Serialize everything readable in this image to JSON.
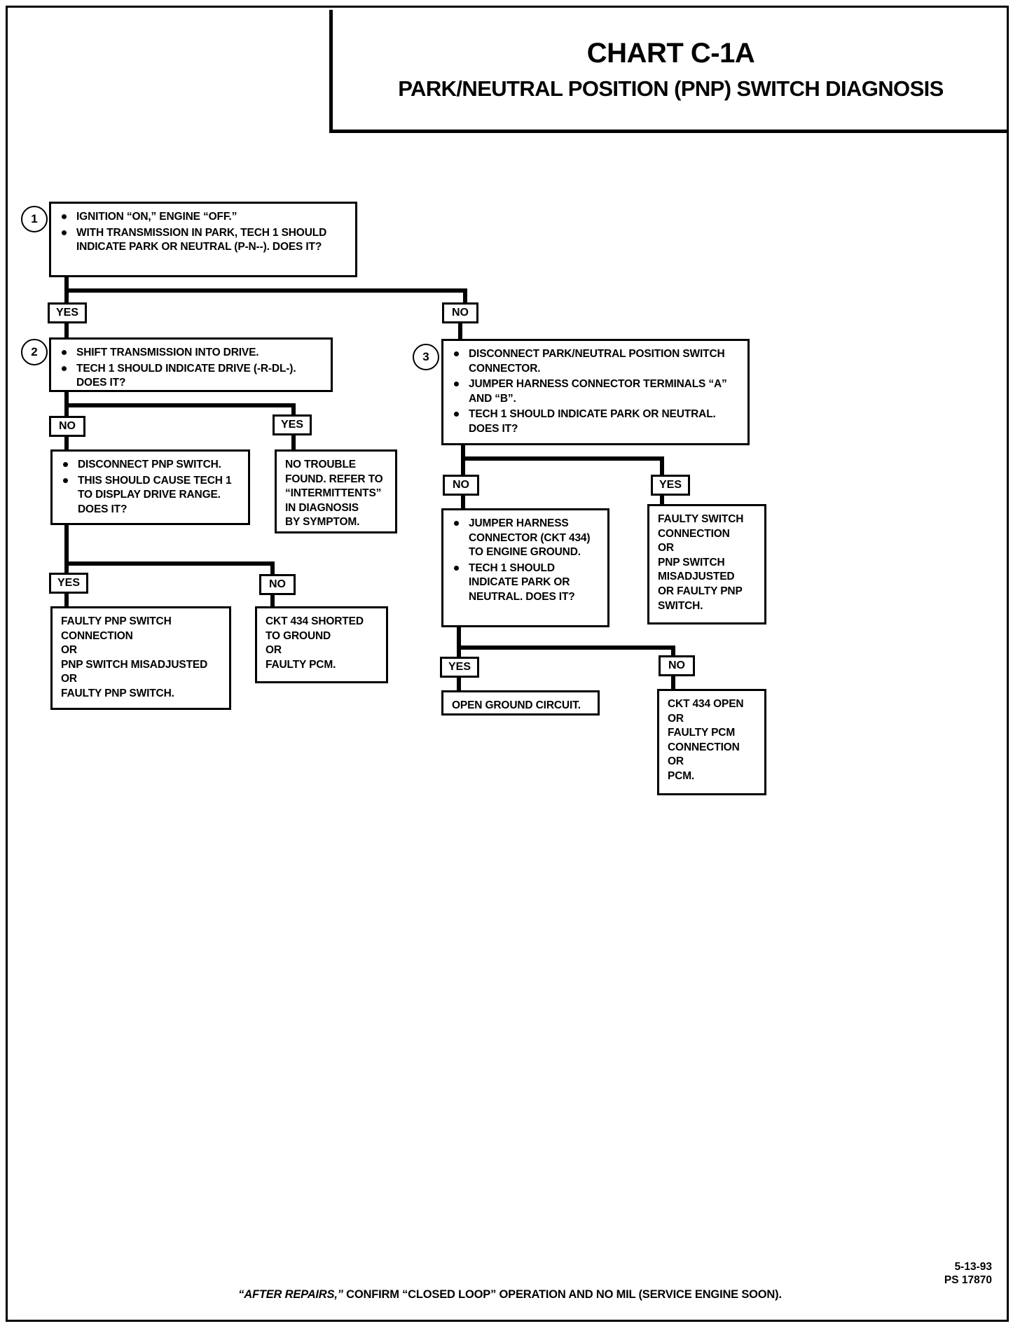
{
  "header": {
    "chart_id": "CHART C-1A",
    "title": "PARK/NEUTRAL POSITION (PNP) SWITCH DIAGNOSIS"
  },
  "steps": {
    "one": {
      "number": "1",
      "items": [
        "IGNITION “ON,” ENGINE “OFF.”",
        "WITH TRANSMISSION IN PARK, TECH 1 SHOULD INDICATE PARK OR NEUTRAL (P-N--). DOES IT?"
      ]
    },
    "two": {
      "number": "2",
      "items": [
        "SHIFT TRANSMISSION INTO DRIVE.",
        "TECH 1 SHOULD INDICATE DRIVE (-R-DL-). DOES IT?"
      ]
    },
    "three": {
      "number": "3",
      "items": [
        "DISCONNECT PARK/NEUTRAL POSITION SWITCH CONNECTOR.",
        "JUMPER HARNESS CONNECTOR TERMINALS “A” AND “B”.",
        "TECH 1 SHOULD INDICATE PARK OR NEUTRAL. DOES IT?"
      ]
    }
  },
  "action_boxes": {
    "disconnect_pnp": {
      "items": [
        "DISCONNECT PNP SWITCH.",
        "THIS SHOULD CAUSE TECH 1 TO DISPLAY DRIVE RANGE. DOES IT?"
      ]
    },
    "jumper_ground": {
      "items": [
        "JUMPER HARNESS CONNECTOR (CKT 434) TO ENGINE GROUND.",
        "TECH 1 SHOULD INDICATE PARK OR NEUTRAL. DOES IT?"
      ]
    }
  },
  "result_boxes": {
    "no_trouble": "NO TROUBLE\nFOUND.  REFER TO\n“INTERMITTENTS”\nIN  DIAGNOSIS\nBY SYMPTOM.",
    "faulty_pnp_switch": "FAULTY PNP SWITCH\nCONNECTION\nOR\nPNP SWITCH MISADJUSTED\nOR\nFAULTY PNP SWITCH.",
    "ckt434_shorted": "CKT 434 SHORTED\nTO GROUND\nOR\nFAULTY PCM.",
    "faulty_switch_connection": "FAULTY SWITCH\nCONNECTION\nOR\nPNP SWITCH\nMISADJUSTED\nOR FAULTY PNP\nSWITCH.",
    "open_ground": "OPEN GROUND CIRCUIT.",
    "ckt434_open": "CKT 434 OPEN\nOR\nFAULTY PCM\nCONNECTION\nOR\nPCM."
  },
  "branches": {
    "b1_yes": "YES",
    "b1_no": "NO",
    "b2_no": "NO",
    "b2_yes": "YES",
    "b3_yes": "YES",
    "b3_no": "NO",
    "b4_no": "NO",
    "b4_yes": "YES",
    "b5_yes": "YES",
    "b5_no": "NO"
  },
  "footer": {
    "note_lead": "“AFTER REPAIRS,”",
    "note_rest": " CONFIRM “CLOSED LOOP” OPERATION AND NO MIL (SERVICE ENGINE SOON).",
    "date_code": "5-13-93\nPS 17870"
  }
}
